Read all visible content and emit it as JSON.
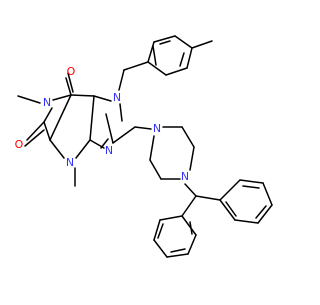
{
  "molecule": {
    "colors": {
      "bond": "#000000",
      "nitrogen": "#3333ff",
      "oxygen": "#ff0000"
    },
    "labels": {
      "o_top": "O",
      "o_left": "O",
      "n1": "N",
      "n3": "N",
      "n7": "N",
      "n9": "N",
      "n_pip_top": "N",
      "n_pip_bottom": "N"
    }
  }
}
